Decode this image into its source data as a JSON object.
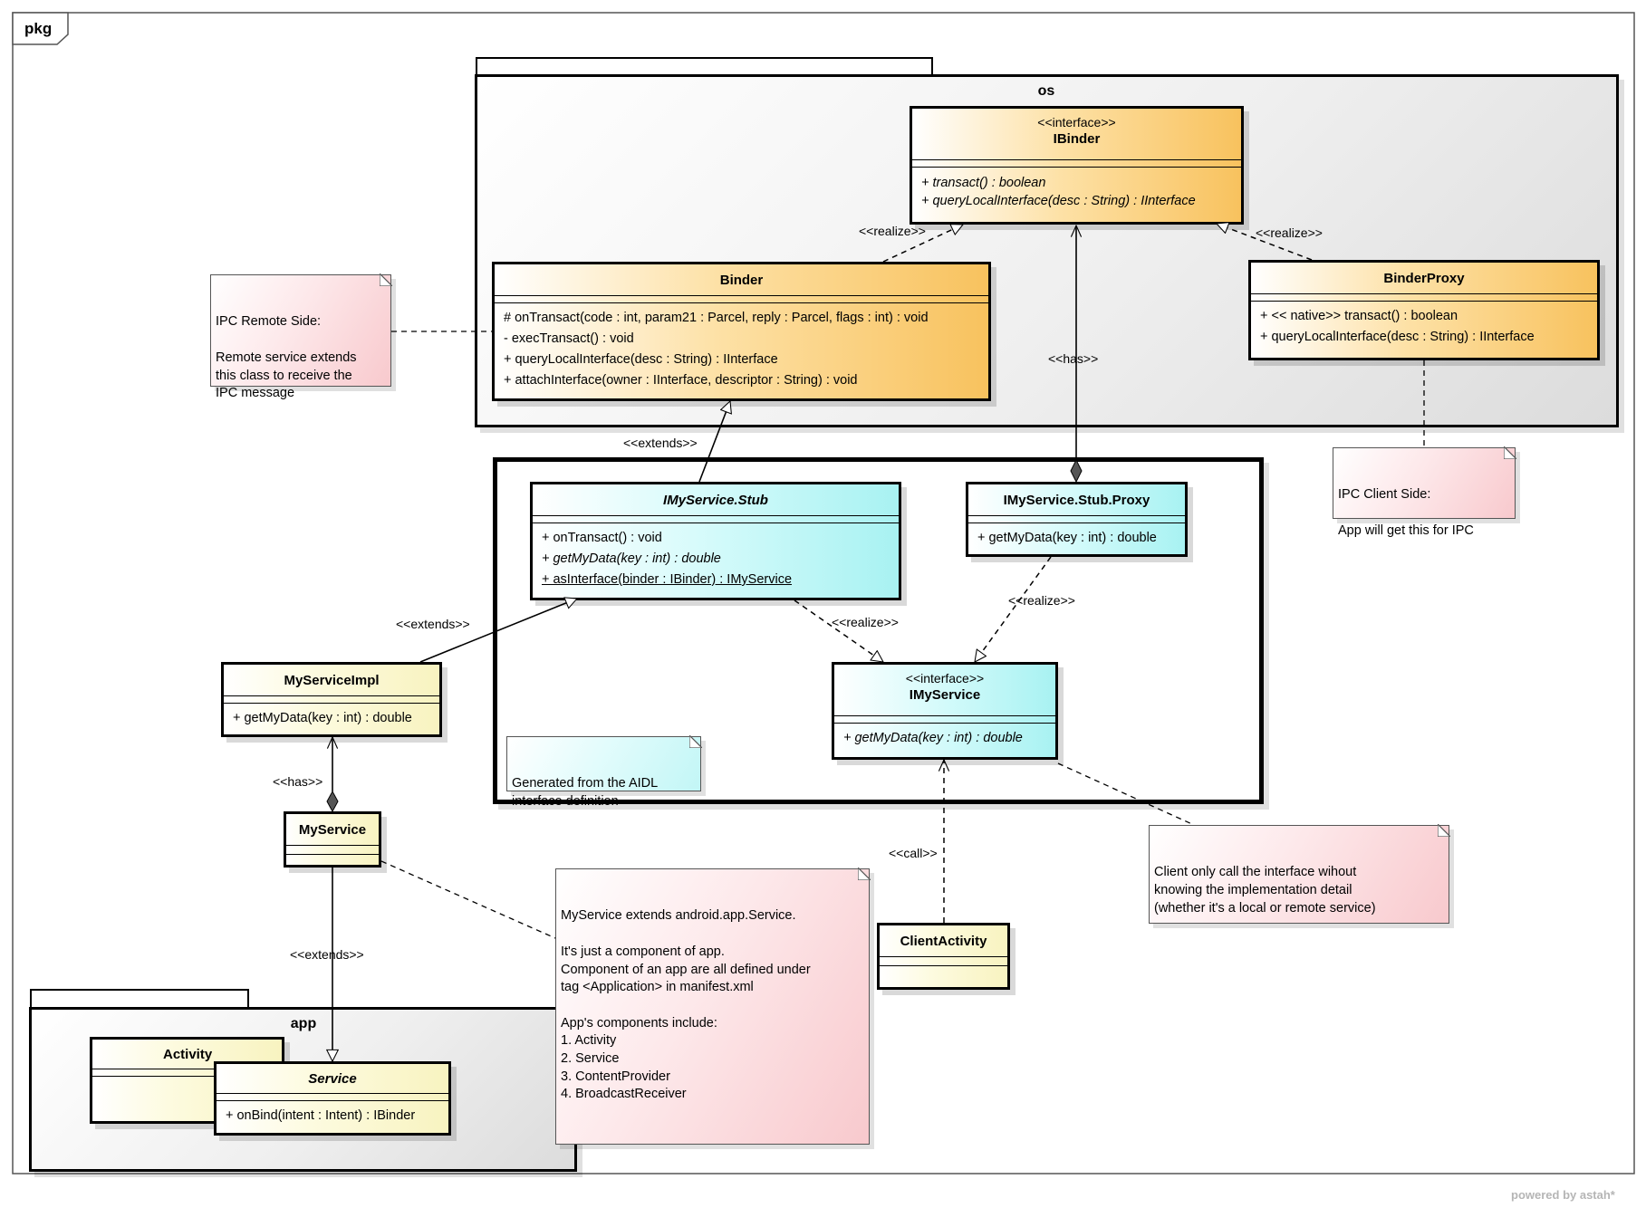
{
  "frame": {
    "tab": "pkg"
  },
  "packages": {
    "os": "os",
    "app": "app"
  },
  "classes": {
    "ibinder": {
      "stereotype": "<<interface>>",
      "name": "IBinder",
      "members": [
        "+ transact() : boolean",
        "+ queryLocalInterface(desc : String) : IInterface"
      ]
    },
    "binder": {
      "name": "Binder",
      "members": [
        "# onTransact(code : int, param21 : Parcel, reply : Parcel, flags : int) : void",
        "- execTransact() : void",
        "+ queryLocalInterface(desc : String) : IInterface",
        "+ attachInterface(owner : IInterface, descriptor : String) : void"
      ]
    },
    "binderproxy": {
      "name": "BinderProxy",
      "members": [
        "+ << native>> transact() : boolean",
        "+ queryLocalInterface(desc : String) : IInterface"
      ]
    },
    "stub": {
      "name": "IMyService.Stub",
      "members": [
        "+ onTransact() : void",
        "+ getMyData(key : int) : double",
        "+ asInterface(binder : IBinder) : IMyService"
      ]
    },
    "stubproxy": {
      "name": "IMyService.Stub.Proxy",
      "members": [
        "+ getMyData(key : int) : double"
      ]
    },
    "imyservice": {
      "stereotype": "<<interface>>",
      "name": "IMyService",
      "members": [
        "+ getMyData(key : int) : double"
      ]
    },
    "myserviceimpl": {
      "name": "MyServiceImpl",
      "members": [
        "+ getMyData(key : int) : double"
      ]
    },
    "myservice": {
      "name": "MyService"
    },
    "clientactivity": {
      "name": "ClientActivity"
    },
    "activity": {
      "name": "Activity"
    },
    "service": {
      "name": "Service",
      "members": [
        "+ onBind(intent : Intent) : IBinder"
      ]
    }
  },
  "notes": {
    "ipc_remote": "IPC Remote Side:\n\nRemote service extends\nthis class to receive the\nIPC message",
    "ipc_client": "IPC Client Side:\n\nApp will get this for IPC",
    "generated": "Generated from the AIDL\ninterface definition",
    "client_only": "Client only call the interface wihout\nknowing the implementation detail\n(whether it's a local or remote service)",
    "myservice_note": "MyService extends android.app.Service.\n\nIt's  just a component of app.\nComponent of an app are all defined under\ntag <Application> in manifest.xml\n\nApp's components include:\n1. Activity\n2. Service\n3. ContentProvider\n4. BroadcastReceiver"
  },
  "relations": {
    "realize_binder": "<<realize>>",
    "realize_proxy": "<<realize>>",
    "has_ibinder": "<<has>>",
    "extends_binder": "<<extends>>",
    "extends_stub": "<<extends>>",
    "realize_stub": "<<realize>>",
    "realize_stubproxy": "<<realize>>",
    "has_impl": "<<has>>",
    "call": "<<call>>",
    "extends_service": "<<extends>>"
  },
  "branding": "powered by astah*"
}
